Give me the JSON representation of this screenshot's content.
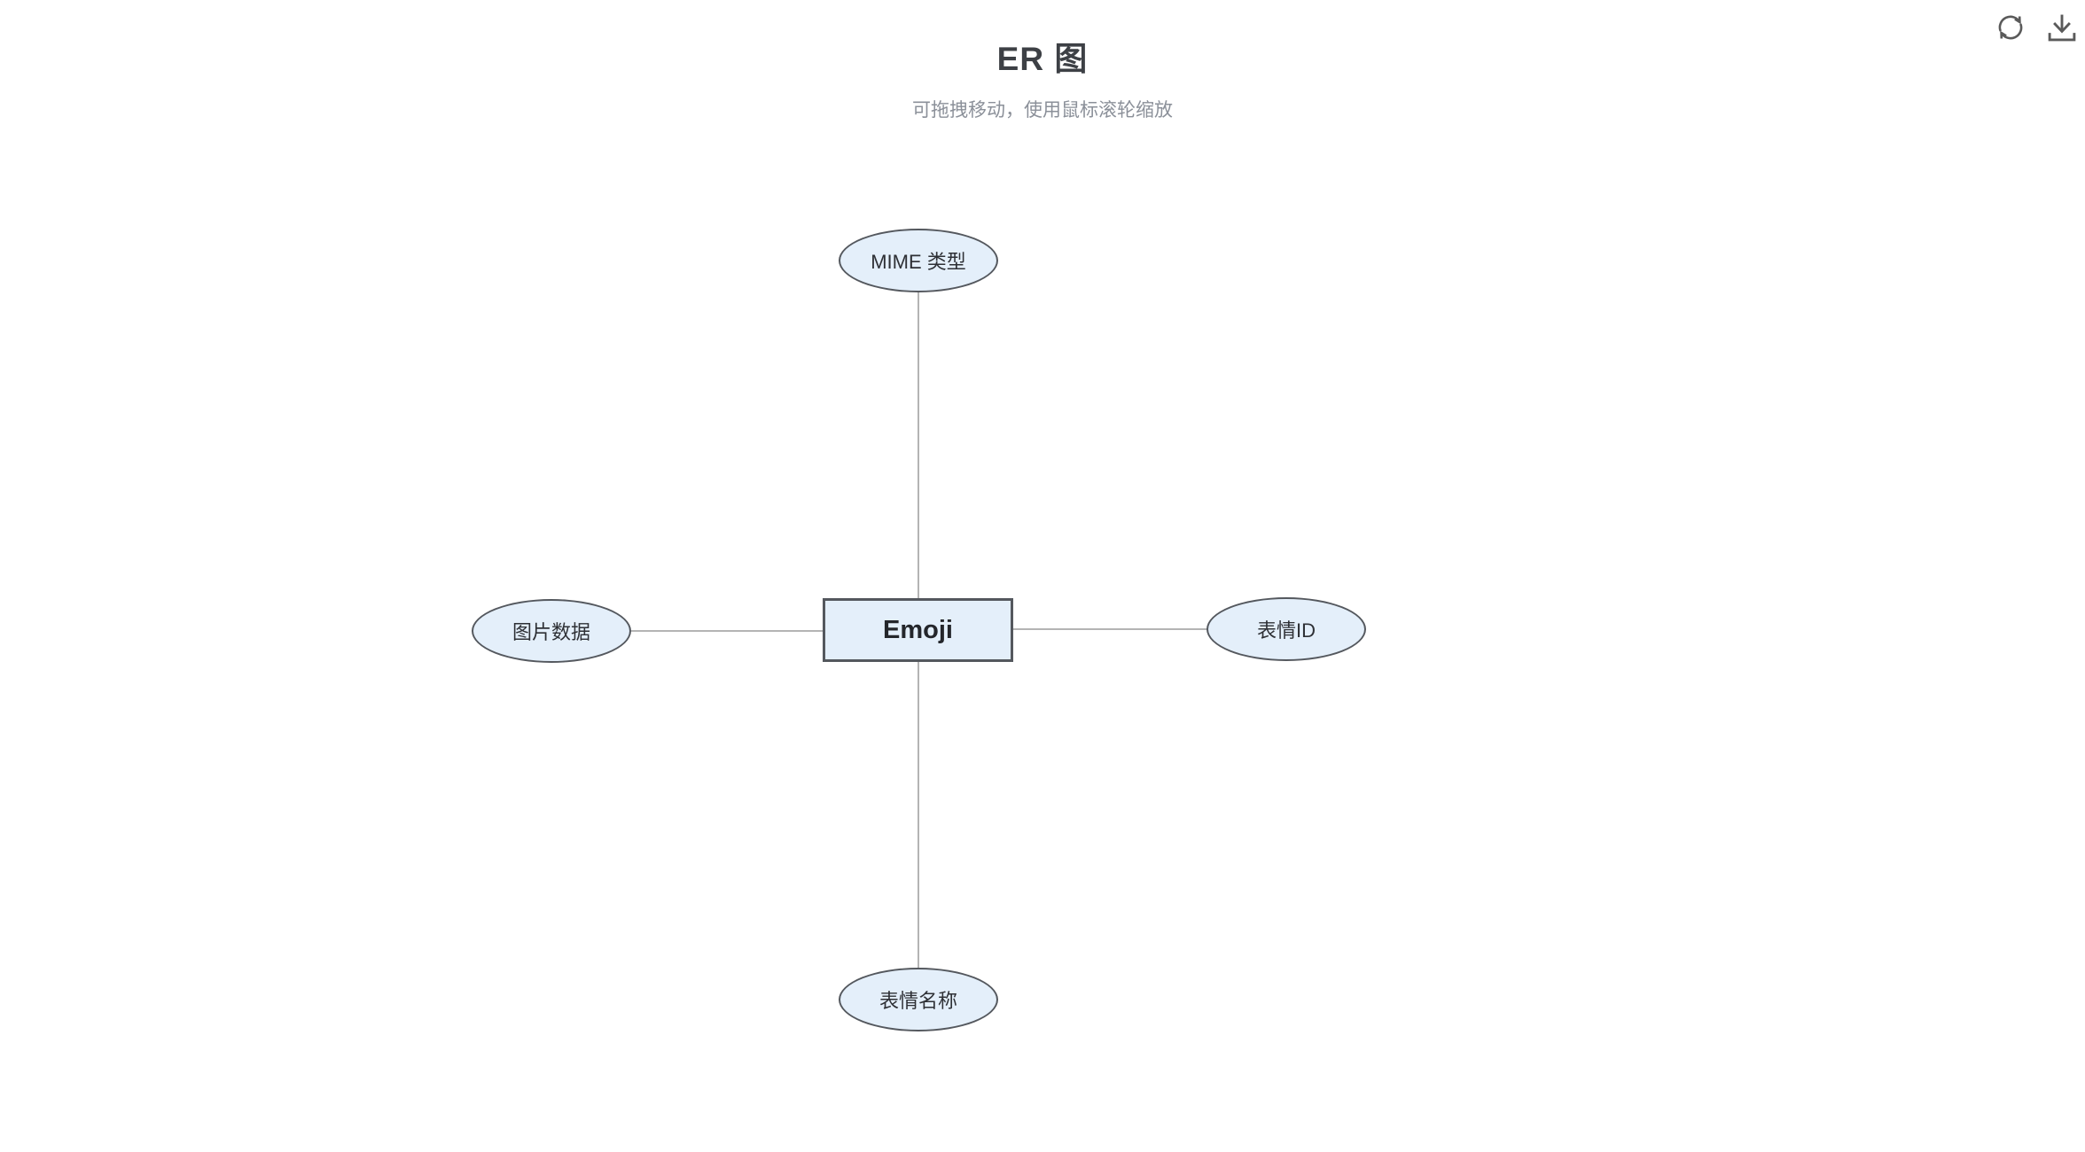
{
  "header": {
    "title": "ER 图",
    "subtitle": "可拖拽移动，使用鼠标滚轮缩放"
  },
  "toolbar": {
    "icons": [
      "refresh-icon",
      "download-icon"
    ]
  },
  "diagram": {
    "type": "er-diagram",
    "entity": {
      "label": "Emoji",
      "shape": "rectangle"
    },
    "attributes": [
      {
        "label": "MIME 类型",
        "shape": "ellipse",
        "position": "top"
      },
      {
        "label": "图片数据",
        "shape": "ellipse",
        "position": "left"
      },
      {
        "label": "表情ID",
        "shape": "ellipse",
        "position": "right"
      },
      {
        "label": "表情名称",
        "shape": "ellipse",
        "position": "bottom"
      }
    ],
    "connections": [
      {
        "from": "Emoji",
        "to": "MIME 类型"
      },
      {
        "from": "Emoji",
        "to": "图片数据"
      },
      {
        "from": "Emoji",
        "to": "表情ID"
      },
      {
        "from": "Emoji",
        "to": "表情名称"
      }
    ],
    "colors": {
      "node_fill": "#e4effa",
      "node_border": "#54585e",
      "connector": "#b4b4b4",
      "title": "#3d4045",
      "subtitle": "#8b9099",
      "icon": "#5a5a5a",
      "background": "#ffffff"
    }
  }
}
